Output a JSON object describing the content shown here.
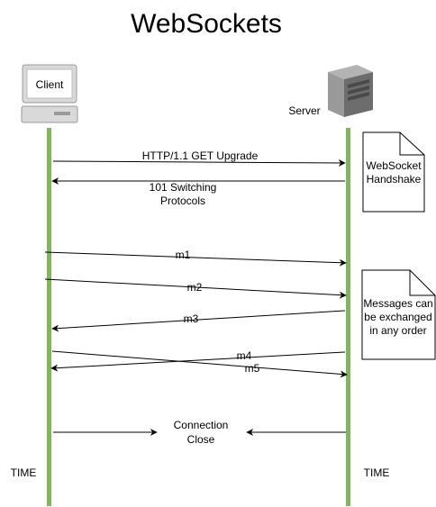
{
  "title": "WebSockets",
  "client": {
    "label": "Client"
  },
  "server": {
    "label": "Server"
  },
  "colors": {
    "lifeline": "#82b366",
    "server_body": "#6d6d6d",
    "monitor_frame": "#d9d9d9"
  },
  "messages": {
    "upgrade": "HTTP/1.1 GET Upgrade",
    "switching_line1": "101 Switching",
    "switching_line2": "Protocols",
    "m1": "m1",
    "m2": "m2",
    "m3": "m3",
    "m4": "m4",
    "m5": "m5",
    "close_line1": "Connection",
    "close_line2": "Close"
  },
  "notes": {
    "handshake": [
      "WebSocket",
      "Handshake"
    ],
    "messages": [
      "Messages can",
      "be exchanged",
      "in any order"
    ]
  },
  "time_labels": {
    "client": "TIME",
    "server": "TIME"
  },
  "icons": {
    "client": "desktop-computer-icon",
    "server": "server-tower-icon"
  }
}
